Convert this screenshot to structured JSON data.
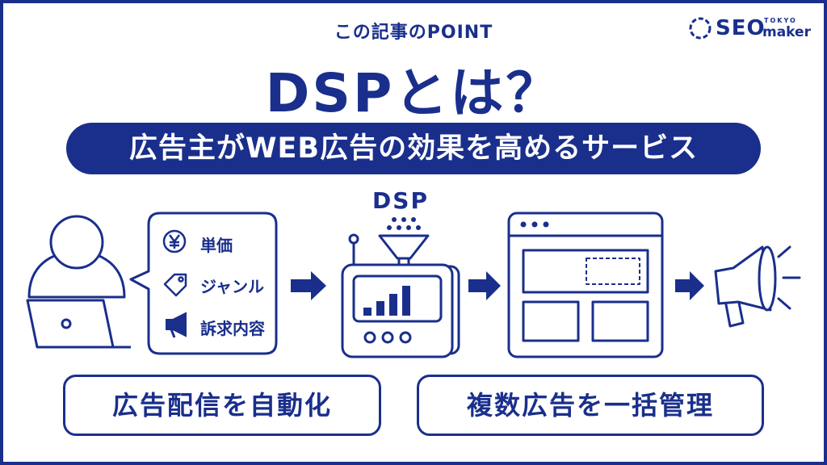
{
  "header": {
    "kicker": "この記事のPOINT",
    "title": "DSPとは？",
    "banner": "広告主がWEB広告の効果を高めるサービス"
  },
  "logo": {
    "main": "SEO",
    "sub_top": "TOKYO",
    "sub_bottom": "maker"
  },
  "diagram": {
    "dsp_label": "DSP",
    "bubble_items": [
      {
        "icon": "yen-coin-icon",
        "label": "単価"
      },
      {
        "icon": "tag-icon",
        "label": "ジャンル"
      },
      {
        "icon": "megaphone-icon",
        "label": "訴求内容"
      }
    ]
  },
  "pills": {
    "left": "広告配信を自動化",
    "right": "複数広告を一括管理"
  },
  "colors": {
    "brand": "#1a2f8c",
    "background": "#ffffff"
  }
}
